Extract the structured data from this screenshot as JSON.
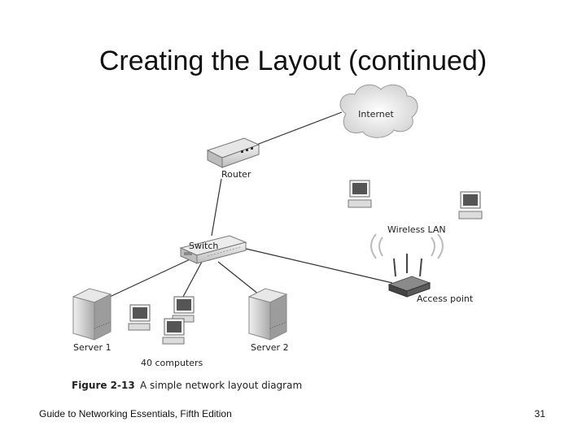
{
  "slide": {
    "title": "Creating the Layout (continued)",
    "footer_text": "Guide to Networking Essentials, Fifth Edition",
    "page_number": "31"
  },
  "diagram": {
    "labels": {
      "internet": "Internet",
      "router": "Router",
      "switch": "Switch",
      "wireless_lan": "Wireless LAN",
      "access_point": "Access point",
      "server1": "Server 1",
      "server2": "Server 2",
      "computers": "40 computers"
    },
    "caption": {
      "figure_number": "Figure 2-13",
      "text": "A simple network layout diagram"
    }
  }
}
